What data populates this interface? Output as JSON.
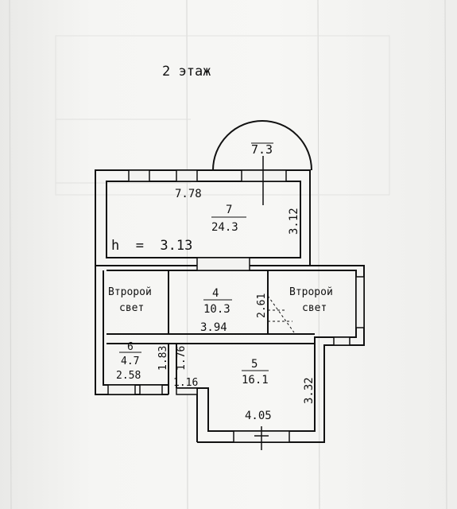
{
  "title": "2 этаж",
  "bay_area": "7.3",
  "rooms": [
    {
      "number": "7",
      "area": "24.3"
    },
    {
      "number": "4",
      "area": "10.3"
    },
    {
      "number": "5",
      "area": "16.1"
    },
    {
      "number": "6",
      "area": "4.7"
    }
  ],
  "labels": {
    "height": "h  =  3.13",
    "second_light_left_1": "Втророй",
    "second_light_left_2": "свет",
    "second_light_right_1": "Втророй",
    "second_light_right_2": "свет"
  },
  "dimensions": {
    "room7_width": "7.78",
    "room7_depth": "3.12",
    "room4_width": "3.94",
    "stair_dim": "2.61",
    "room6_width": "2.58",
    "room6_depth": "1.83",
    "corr_depth": "1.76",
    "corr_width": "1.16",
    "room5_width": "4.05",
    "room5_depth": "3.32"
  },
  "colors": {
    "ink": "#111111",
    "paper": "#f3f3f1",
    "faint": "#c9c9c7"
  }
}
